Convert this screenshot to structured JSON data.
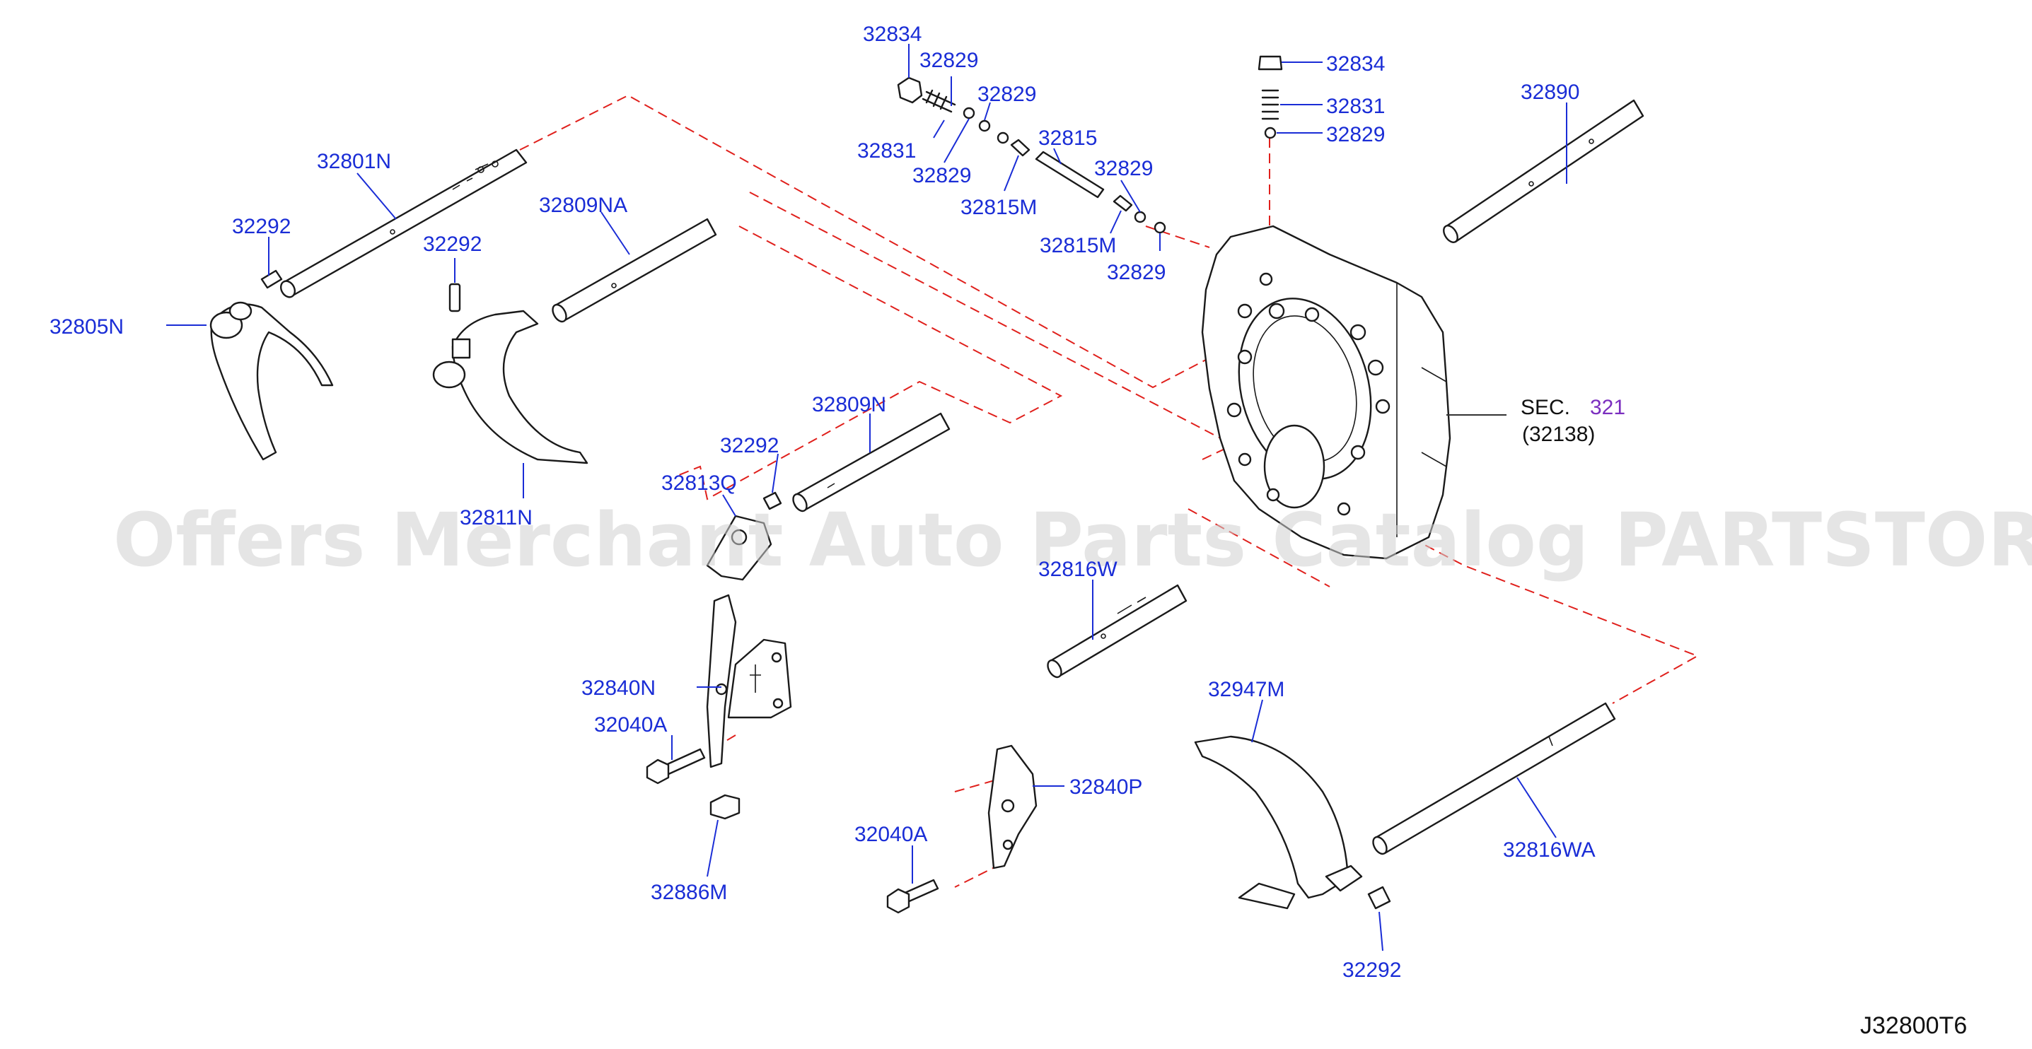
{
  "watermark": "Offers Merchant Auto Parts Catalog PARTSTORE.SA",
  "diagram_code": "J32800T6",
  "section_ref": {
    "prefix": "SEC.",
    "number": "321",
    "sub": "(32138)"
  },
  "parts": {
    "p32834a": "32834",
    "p32829a": "32829",
    "p32829b": "32829",
    "p32831a": "32831",
    "p32829c": "32829",
    "p32815": "32815",
    "p32829d": "32829",
    "p32815Ma": "32815M",
    "p32815Mb": "32815M",
    "p32829e": "32829",
    "p32834b": "32834",
    "p32831b": "32831",
    "p32829f": "32829",
    "p32890": "32890",
    "p32801N": "32801N",
    "p32292a": "32292",
    "p32292b": "32292",
    "p32805N": "32805N",
    "p32809NA": "32809NA",
    "p32811N": "32811N",
    "p32809N": "32809N",
    "p32292c": "32292",
    "p32813Q": "32813Q",
    "p32816W": "32816W",
    "p32840N": "32840N",
    "p32040Aa": "32040A",
    "p32886M": "32886M",
    "p32840P": "32840P",
    "p32040Ab": "32040A",
    "p32947M": "32947M",
    "p32816WA": "32816WA",
    "p32292d": "32292"
  },
  "colors": {
    "label": "#1a2dd6",
    "dashed_line": "#e0201c",
    "section_number": "#7b2fbf",
    "part_outline": "#1a1a1a"
  }
}
